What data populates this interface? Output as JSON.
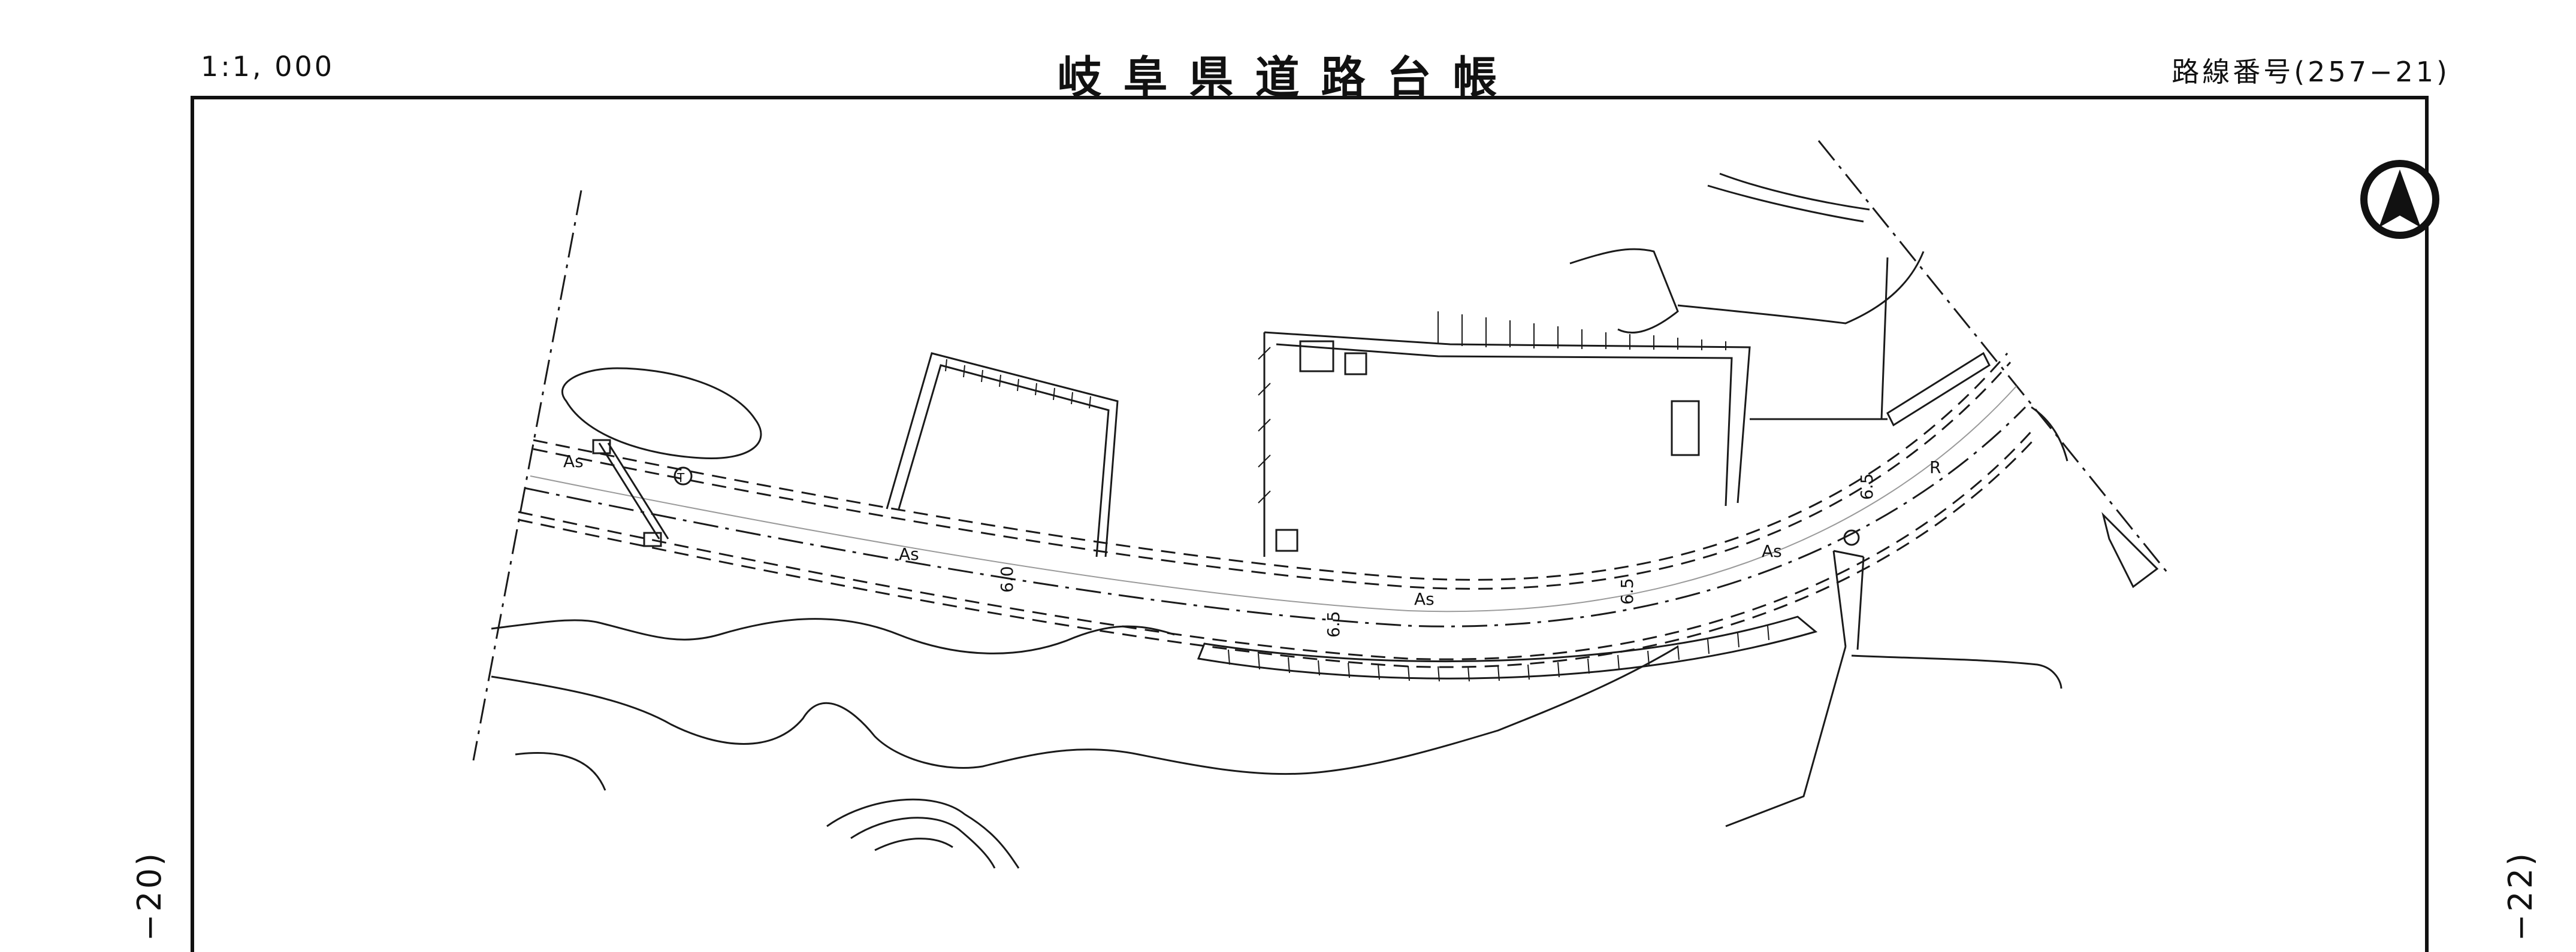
{
  "header": {
    "scale": "1:1, 000",
    "title": "岐阜県道路台帳",
    "route_number": "路線番号(257−21)"
  },
  "side_labels": {
    "left": "−20)",
    "right": "−22)"
  },
  "map": {
    "north_arrow": "north-arrow-icon",
    "pavement_labels": [
      "As",
      "As",
      "As",
      "As"
    ],
    "width_labels": [
      "6.0",
      "6.5",
      "6.5",
      "6.5"
    ],
    "curve_label": "R",
    "symbol_label": "T"
  }
}
